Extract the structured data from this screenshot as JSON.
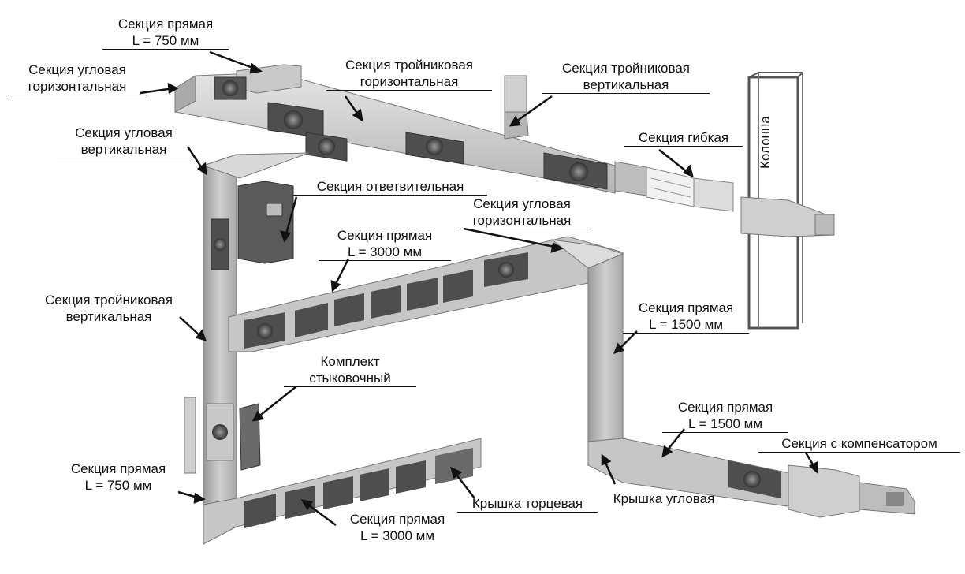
{
  "colors": {
    "background": "#ffffff",
    "duct_light": "#d6d6d6",
    "duct_mid": "#b8b8b8",
    "duct_dark": "#8a8a8a",
    "window": "#4a4a4a",
    "text": "#111111"
  },
  "labels": {
    "straight_750_top": {
      "line1": "Секция прямая",
      "line2": "L = 750 мм"
    },
    "corner_horizontal_top": {
      "line1": "Секция угловая",
      "line2": "горизонтальная"
    },
    "corner_vertical": {
      "line1": "Секция угловая",
      "line2": "вертикальная"
    },
    "tee_horizontal": {
      "line1": "Секция тройниковая",
      "line2": "горизонтальная"
    },
    "tee_vertical_top": {
      "line1": "Секция тройниковая",
      "line2": "вертикальная"
    },
    "flexible": {
      "line1": "Секция гибкая"
    },
    "column": {
      "line1": "Колонна"
    },
    "branch": {
      "line1": "Секция ответвительная"
    },
    "corner_horizontal_mid": {
      "line1": "Секция угловая",
      "line2": "горизонтальная"
    },
    "straight_3000_mid": {
      "line1": "Секция прямая",
      "line2": "L = 3000 мм"
    },
    "tee_vertical_left": {
      "line1": "Секция тройниковая",
      "line2": "вертикальная"
    },
    "straight_1500_right": {
      "line1": "Секция прямая",
      "line2": "L = 1500 мм"
    },
    "joint_kit": {
      "line1": "Комплект",
      "line2": "стыковочный"
    },
    "straight_1500_bottom": {
      "line1": "Секция прямая",
      "line2": "L = 1500 мм"
    },
    "compensator": {
      "line1": "Секция с компенсатором"
    },
    "straight_750_left": {
      "line1": "Секция прямая",
      "line2": "L = 750 мм"
    },
    "end_cap": {
      "line1": "Крышка торцевая"
    },
    "corner_cap": {
      "line1": "Крышка угловая"
    },
    "straight_3000_bottom": {
      "line1": "Секция прямая",
      "line2": "L = 3000 мм"
    }
  }
}
